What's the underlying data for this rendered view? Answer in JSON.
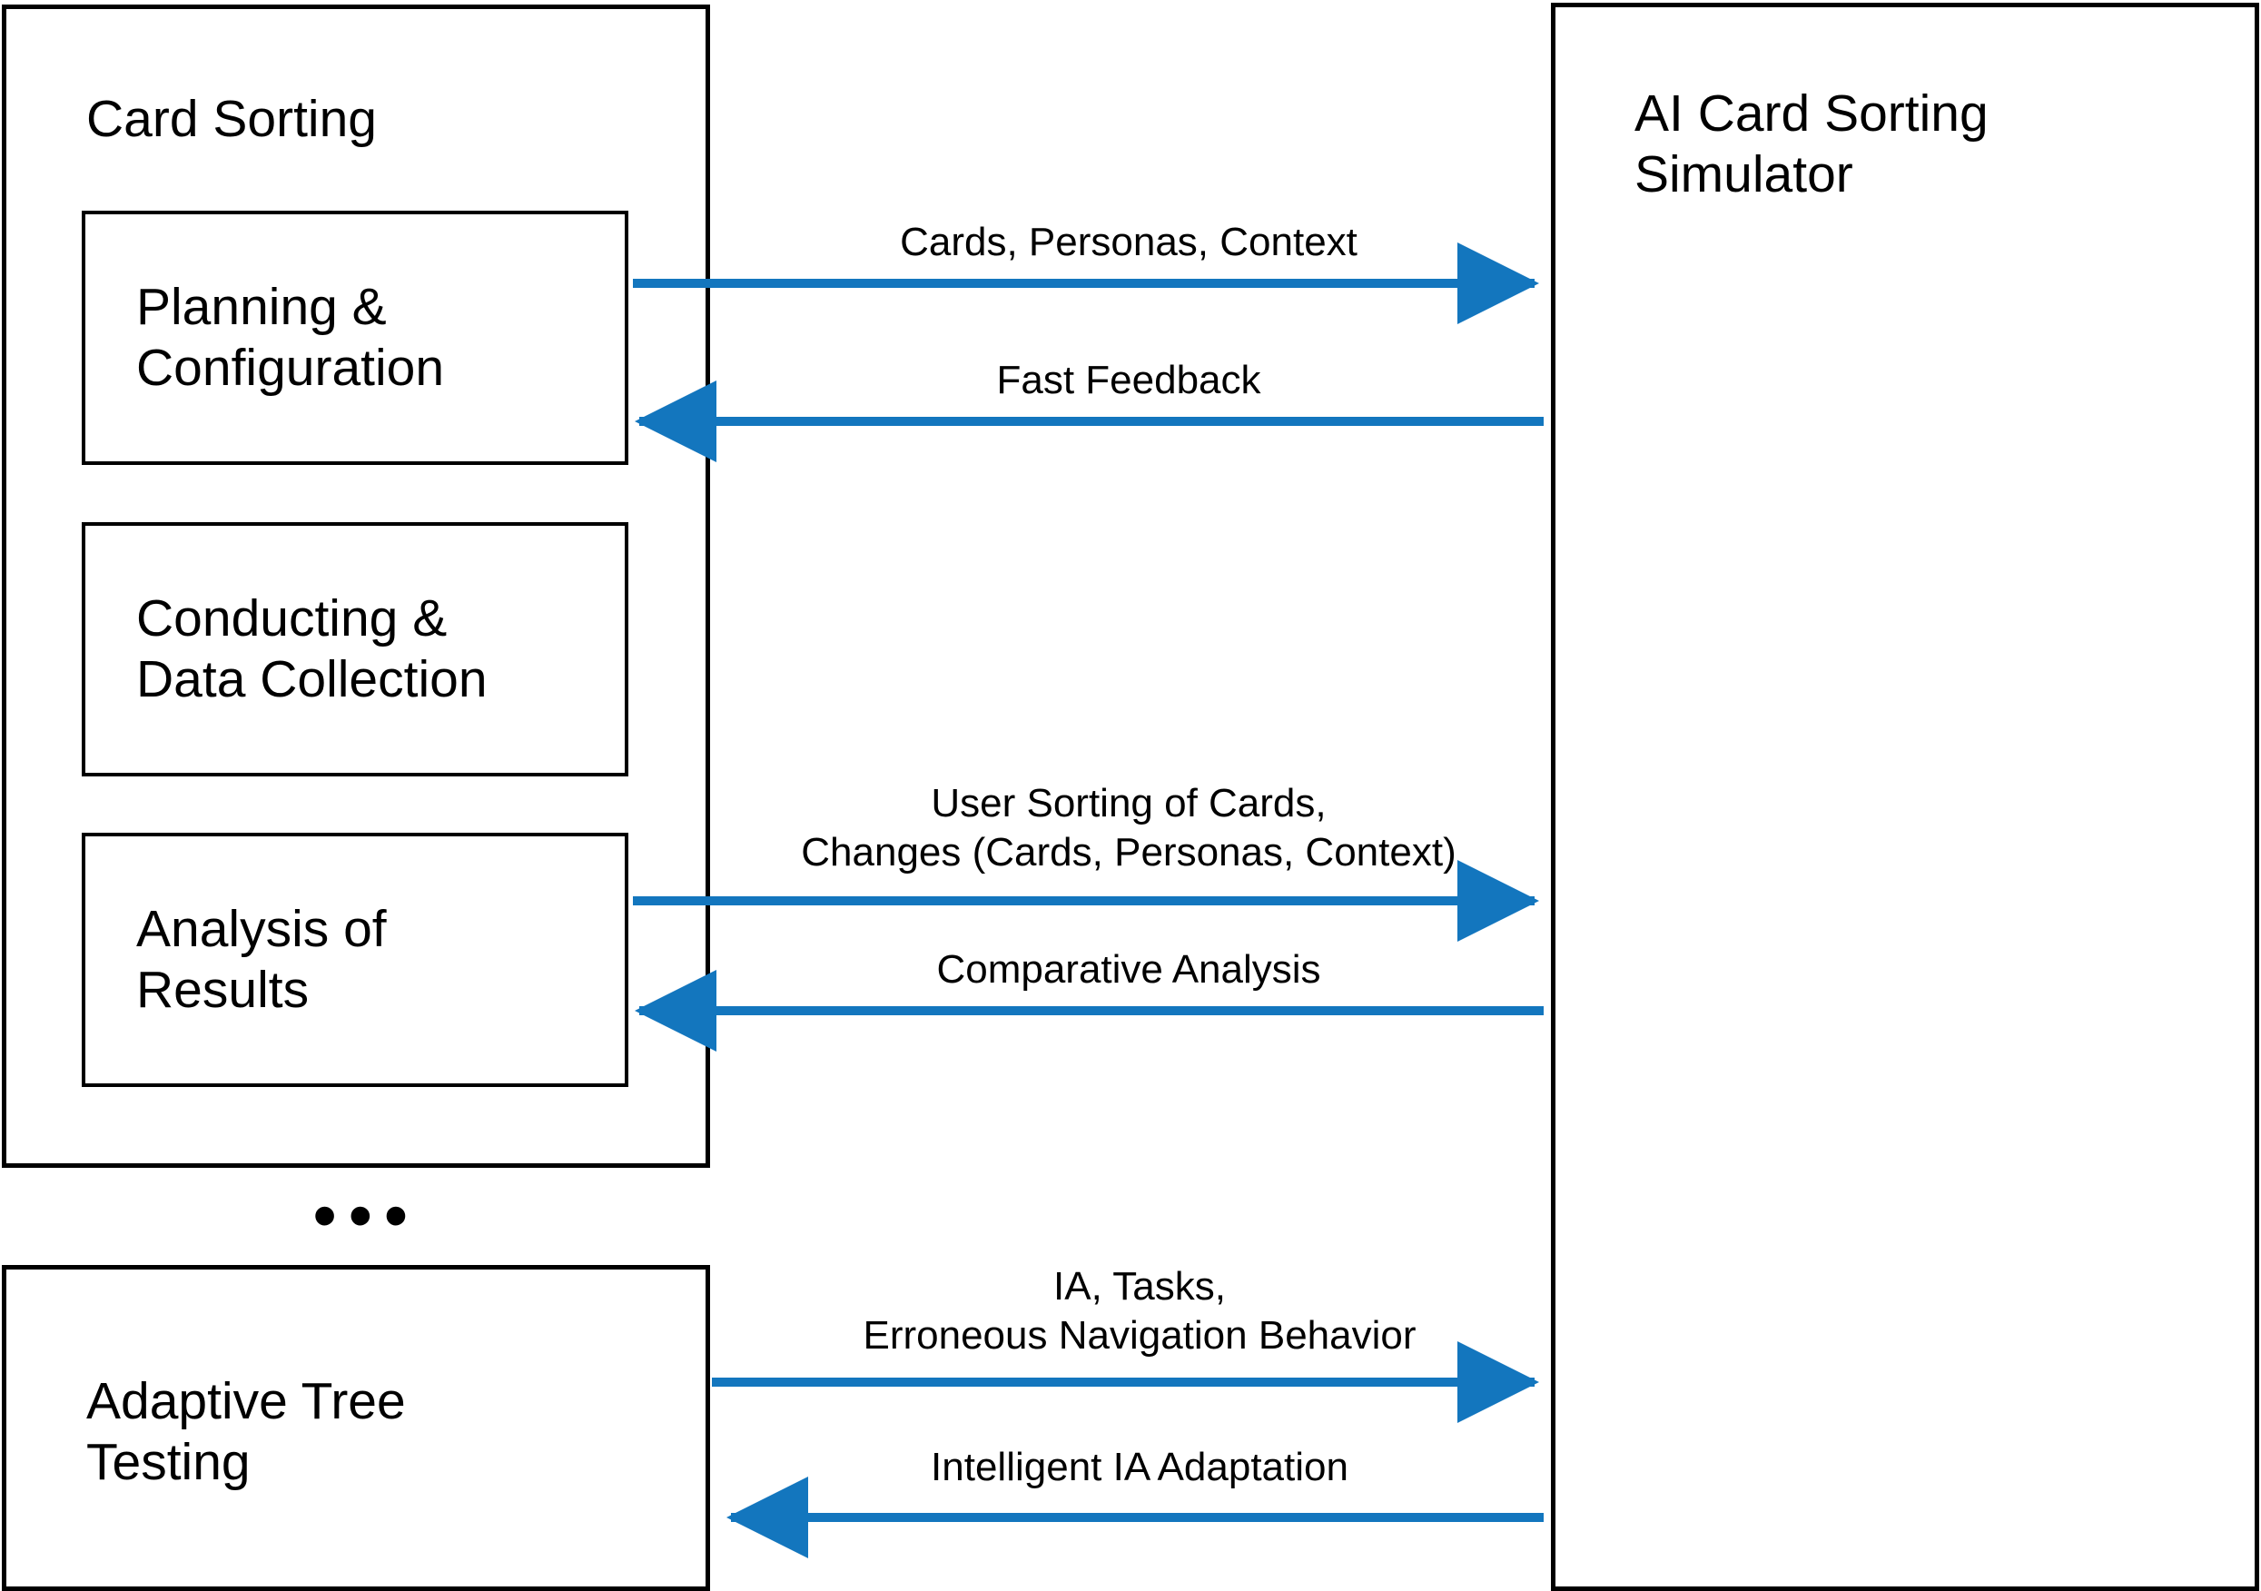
{
  "meta": {
    "colors": {
      "arrow_blue": "#1376BE",
      "stroke_black": "#000000",
      "background": "#FFFFFF"
    }
  },
  "left_column": {
    "card_sorting_panel": {
      "title": "Card Sorting",
      "stages": [
        {
          "id": "planning",
          "label": "Planning &\nConfiguration"
        },
        {
          "id": "conducting",
          "label": "Conducting &\nData Collection"
        },
        {
          "id": "analysis",
          "label": "Analysis of\nResults"
        }
      ]
    },
    "ellipsis": "•••",
    "adaptive_tree_testing_panel": {
      "title": "Adaptive Tree\nTesting"
    }
  },
  "right_column": {
    "simulator_panel": {
      "title": "AI Card Sorting\nSimulator"
    }
  },
  "flows": [
    {
      "id": "cards-personas-context",
      "label": "Cards, Personas, Context",
      "direction": "right"
    },
    {
      "id": "fast-feedback",
      "label": "Fast Feedback",
      "direction": "left"
    },
    {
      "id": "user-sorting-changes",
      "label": "User Sorting of Cards,\nChanges (Cards, Personas, Context)",
      "direction": "right"
    },
    {
      "id": "comparative-analysis",
      "label": "Comparative Analysis",
      "direction": "left"
    },
    {
      "id": "ia-tasks-navigation",
      "label": "IA, Tasks,\nErroneous Navigation Behavior",
      "direction": "right"
    },
    {
      "id": "intelligent-ia-adaptation",
      "label": "Intelligent IA Adaptation",
      "direction": "left"
    }
  ]
}
